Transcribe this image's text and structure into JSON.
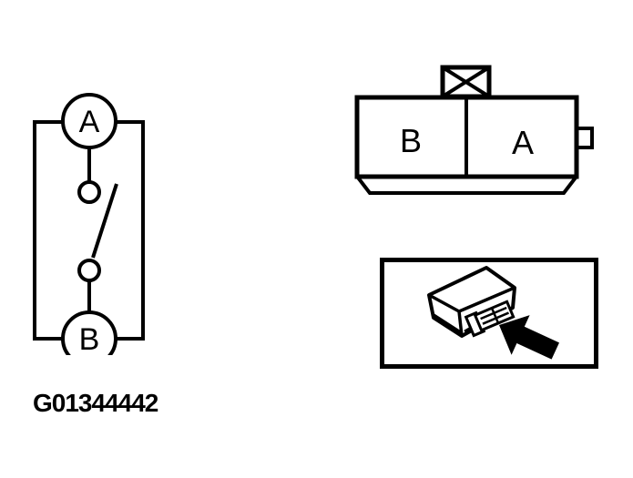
{
  "figure": {
    "id_label": "G01344442"
  },
  "circuit": {
    "terminal_top_label": "A",
    "terminal_bottom_label": "B"
  },
  "relay_side_view": {
    "left_section_label": "B",
    "right_section_label": "A"
  },
  "colors": {
    "line": "#000000",
    "background": "#ffffff"
  }
}
